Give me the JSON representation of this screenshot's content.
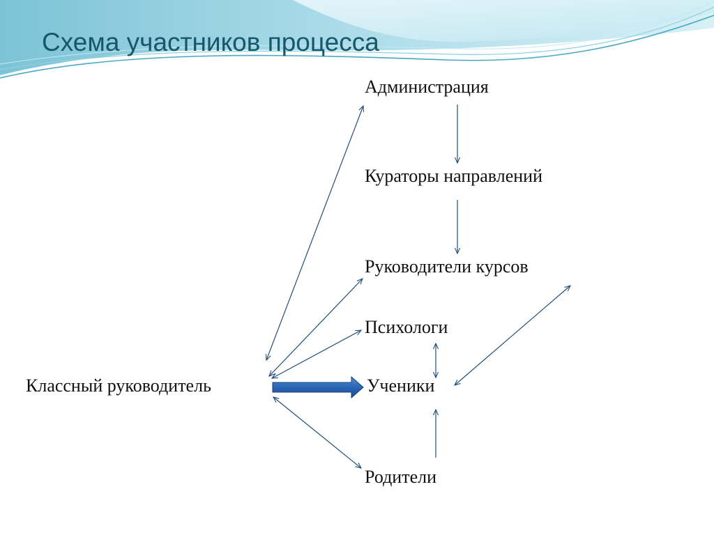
{
  "slide": {
    "title": "Схема участников процесса"
  },
  "nodes": {
    "administration": "Администрация",
    "curators": "Кураторы направлений",
    "course_leaders": "Руководители курсов",
    "psychologists": "Психологи",
    "class_teacher": "Классный руководитель",
    "students": "Ученики",
    "parents": "Родители"
  },
  "colors": {
    "title": "#17576a",
    "arrow": "#1f4e79",
    "main_arrow": "#2e6fba",
    "wave_light": "#b5e2ee",
    "wave_mid": "#6cbfd6"
  }
}
